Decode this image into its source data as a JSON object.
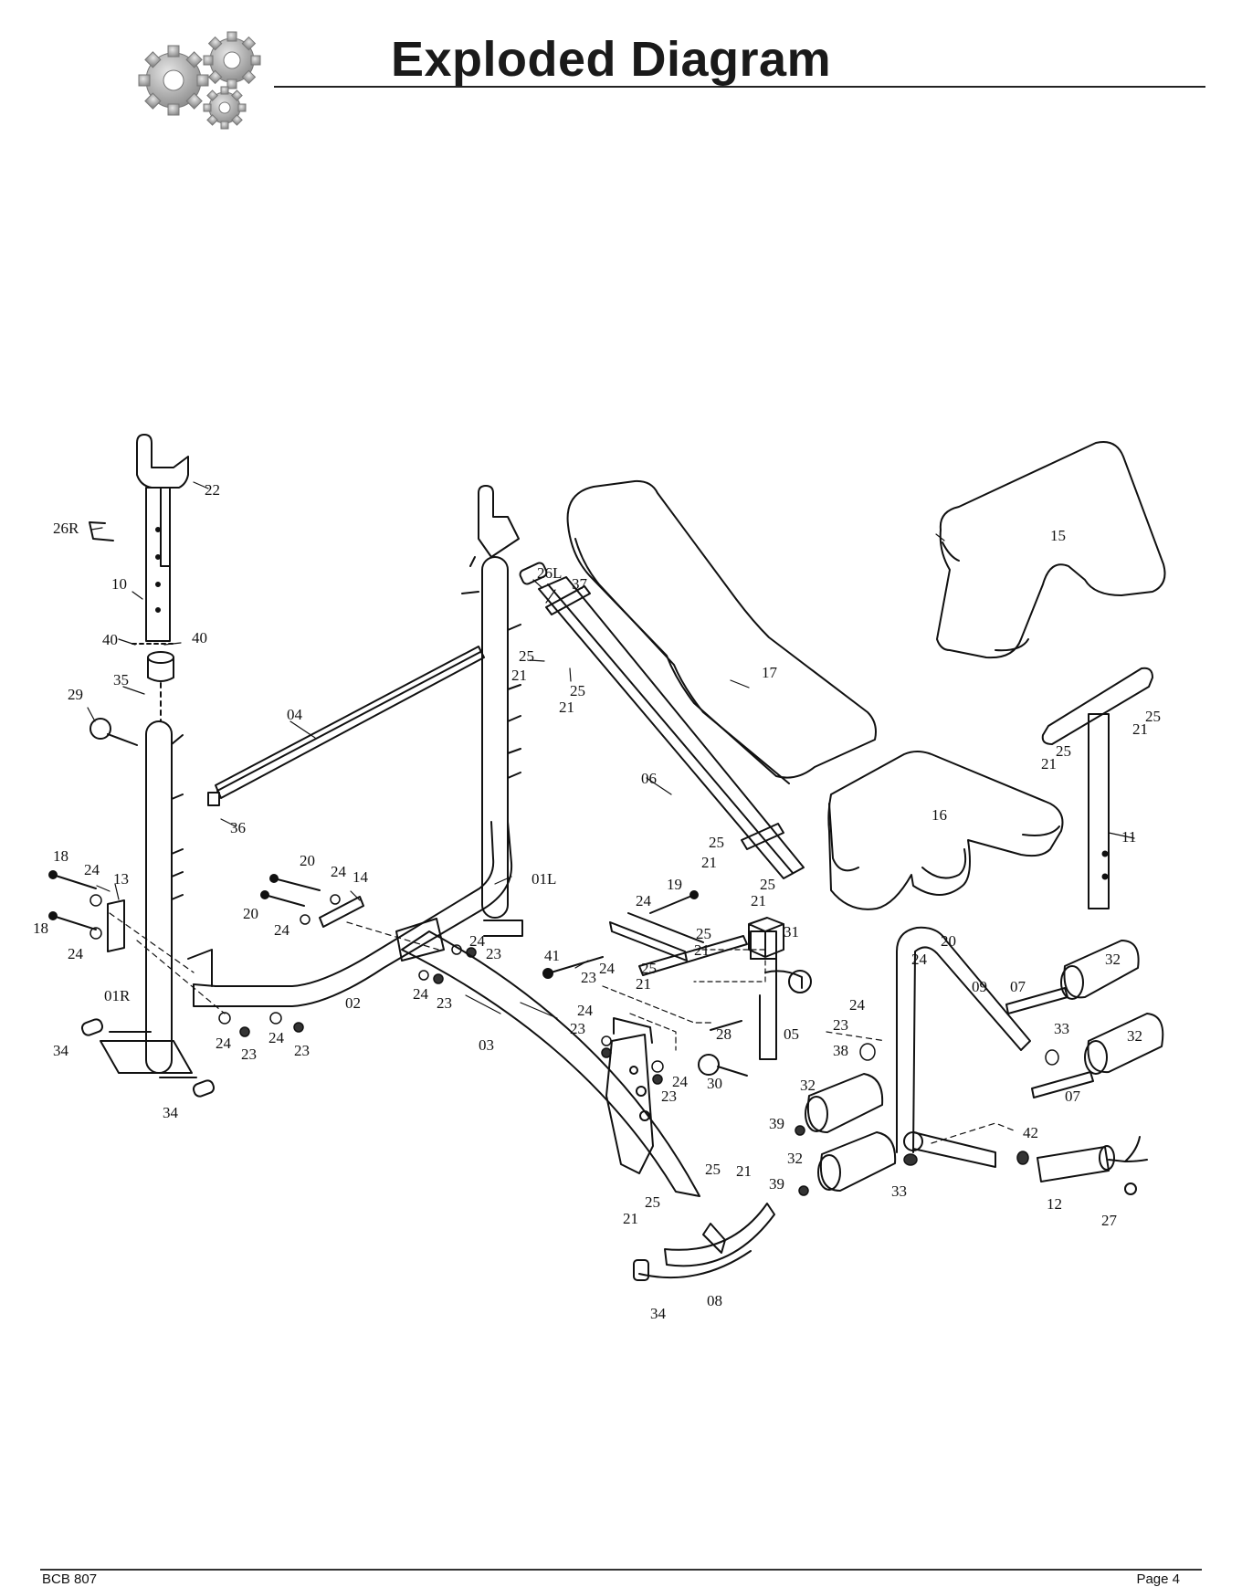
{
  "header": {
    "title": "Exploded Diagram"
  },
  "footer": {
    "model": "BCB 807",
    "page": "Page 4"
  },
  "icons": {
    "logo": "gears-icon"
  },
  "diagram": {
    "part_labels": [
      {
        "id": "l22",
        "text": "22"
      },
      {
        "id": "l26r",
        "text": "26R"
      },
      {
        "id": "l10",
        "text": "10"
      },
      {
        "id": "l40a",
        "text": "40"
      },
      {
        "id": "l40b",
        "text": "40"
      },
      {
        "id": "l35",
        "text": "35"
      },
      {
        "id": "l29",
        "text": "29"
      },
      {
        "id": "l04",
        "text": "04"
      },
      {
        "id": "l36",
        "text": "36"
      },
      {
        "id": "l26l",
        "text": "26L"
      },
      {
        "id": "l37",
        "text": "37"
      },
      {
        "id": "l25a",
        "text": "25"
      },
      {
        "id": "l21a",
        "text": "21"
      },
      {
        "id": "l25b",
        "text": "25"
      },
      {
        "id": "l21b",
        "text": "21"
      },
      {
        "id": "l17",
        "text": "17"
      },
      {
        "id": "l15",
        "text": "15"
      },
      {
        "id": "l06",
        "text": "06"
      },
      {
        "id": "l16",
        "text": "16"
      },
      {
        "id": "l25c",
        "text": "25"
      },
      {
        "id": "l21c",
        "text": "21"
      },
      {
        "id": "l25d",
        "text": "25"
      },
      {
        "id": "l21d",
        "text": "21"
      },
      {
        "id": "l25e",
        "text": "25"
      },
      {
        "id": "l21e",
        "text": "21"
      },
      {
        "id": "l25f",
        "text": "25"
      },
      {
        "id": "l21f",
        "text": "21"
      },
      {
        "id": "l11",
        "text": "11"
      },
      {
        "id": "l18a",
        "text": "18"
      },
      {
        "id": "l24a",
        "text": "24"
      },
      {
        "id": "l13",
        "text": "13"
      },
      {
        "id": "l18b",
        "text": "18"
      },
      {
        "id": "l24b",
        "text": "24"
      },
      {
        "id": "l01r",
        "text": "01R"
      },
      {
        "id": "l20a",
        "text": "20"
      },
      {
        "id": "l24c",
        "text": "24"
      },
      {
        "id": "l14",
        "text": "14"
      },
      {
        "id": "l20b",
        "text": "20"
      },
      {
        "id": "l24d",
        "text": "24"
      },
      {
        "id": "l01l",
        "text": "01L"
      },
      {
        "id": "l19",
        "text": "19"
      },
      {
        "id": "l24e",
        "text": "24"
      },
      {
        "id": "l25g",
        "text": "25"
      },
      {
        "id": "l21g",
        "text": "21"
      },
      {
        "id": "l31",
        "text": "31"
      },
      {
        "id": "l41",
        "text": "41"
      },
      {
        "id": "l23a",
        "text": "23"
      },
      {
        "id": "l24f",
        "text": "24"
      },
      {
        "id": "l25h",
        "text": "25"
      },
      {
        "id": "l21h",
        "text": "21"
      },
      {
        "id": "l24g",
        "text": "24"
      },
      {
        "id": "l23b",
        "text": "23"
      },
      {
        "id": "l24h",
        "text": "24"
      },
      {
        "id": "l23c",
        "text": "23"
      },
      {
        "id": "l02",
        "text": "02"
      },
      {
        "id": "l24i",
        "text": "24"
      },
      {
        "id": "l23d",
        "text": "23"
      },
      {
        "id": "l24j",
        "text": "24"
      },
      {
        "id": "l23e",
        "text": "23"
      },
      {
        "id": "l34a",
        "text": "34"
      },
      {
        "id": "l34b",
        "text": "34"
      },
      {
        "id": "l03",
        "text": "03"
      },
      {
        "id": "l24k",
        "text": "24"
      },
      {
        "id": "l23f",
        "text": "23"
      },
      {
        "id": "l28",
        "text": "28"
      },
      {
        "id": "l05",
        "text": "05"
      },
      {
        "id": "l24l",
        "text": "24"
      },
      {
        "id": "l23g",
        "text": "23"
      },
      {
        "id": "l30",
        "text": "30"
      },
      {
        "id": "l20c",
        "text": "20"
      },
      {
        "id": "l24m",
        "text": "24"
      },
      {
        "id": "l09",
        "text": "09"
      },
      {
        "id": "l07a",
        "text": "07"
      },
      {
        "id": "l32a",
        "text": "32"
      },
      {
        "id": "l24n",
        "text": "24"
      },
      {
        "id": "l23h",
        "text": "23"
      },
      {
        "id": "l33a",
        "text": "33"
      },
      {
        "id": "l32b",
        "text": "32"
      },
      {
        "id": "l38",
        "text": "38"
      },
      {
        "id": "l07b",
        "text": "07"
      },
      {
        "id": "l32c",
        "text": "32"
      },
      {
        "id": "l39a",
        "text": "39"
      },
      {
        "id": "l32d",
        "text": "32"
      },
      {
        "id": "l39b",
        "text": "39"
      },
      {
        "id": "l33b",
        "text": "33"
      },
      {
        "id": "l42",
        "text": "42"
      },
      {
        "id": "l12",
        "text": "12"
      },
      {
        "id": "l27",
        "text": "27"
      },
      {
        "id": "l25i",
        "text": "25"
      },
      {
        "id": "l21i",
        "text": "21"
      },
      {
        "id": "l25j",
        "text": "25"
      },
      {
        "id": "l21j",
        "text": "21"
      },
      {
        "id": "l34c",
        "text": "34"
      },
      {
        "id": "l08",
        "text": "08"
      }
    ]
  }
}
